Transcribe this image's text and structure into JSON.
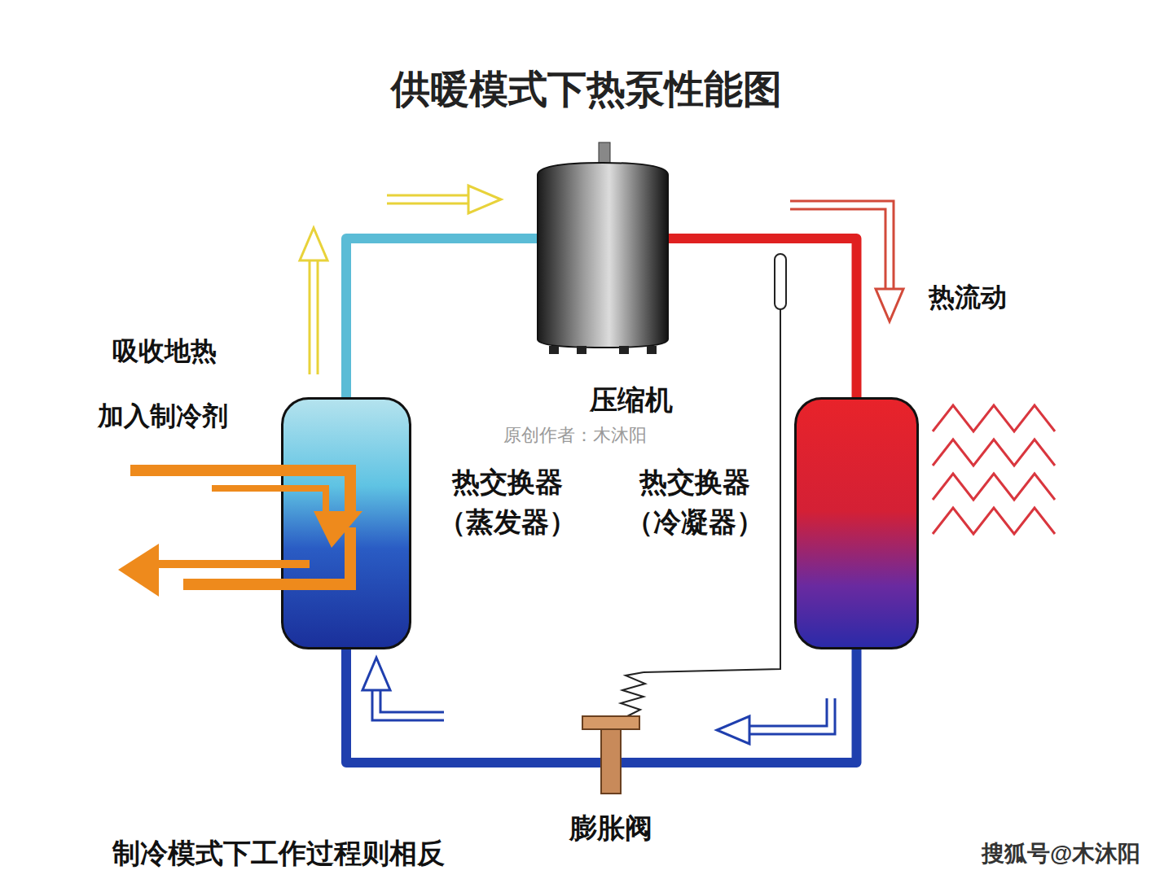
{
  "diagram": {
    "title": "供暖模式下热泵性能图",
    "nodes": [
      {
        "text": [
          "压缩机"
        ]
      },
      {
        "text": [
          "热交换器 （蒸发器）"
        ]
      },
      {
        "text": [
          "热交换器 （冷凝器）"
        ]
      },
      {
        "text": [
          "膨胀阀"
        ]
      }
    ],
    "edges": [
      {
        "from": 0,
        "to": 2,
        "arrow": "none"
      },
      {
        "from": 2,
        "to": 3,
        "arrow": "none"
      },
      {
        "from": 3,
        "to": 1,
        "arrow": "none"
      },
      {
        "from": 1,
        "to": 0,
        "arrow": "none"
      }
    ],
    "labels": [
      "热流动",
      "吸收地热",
      "加入制冷剂",
      "原创作者：木沐阳",
      "制冷模式下工作过程则相反",
      "搜狐号@木沐阳"
    ]
  }
}
